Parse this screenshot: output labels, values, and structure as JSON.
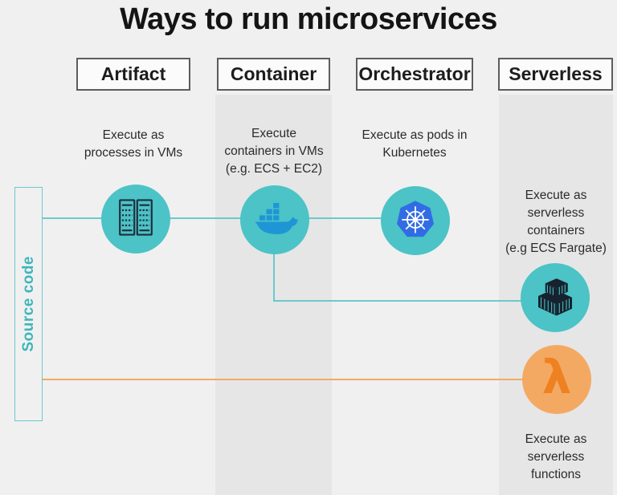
{
  "title": "Ways to run microservices",
  "source_code": {
    "label": "Source code"
  },
  "columns": [
    {
      "id": "artifact",
      "header": "Artifact",
      "description": "Execute as\nprocesses in VMs",
      "icon": "server-rack-icon"
    },
    {
      "id": "container",
      "header": "Container",
      "description": "Execute\ncontainers in VMs\n(e.g. ECS + EC2)",
      "icon": "docker-whale-icon"
    },
    {
      "id": "orchestrator",
      "header": "Orchestrator",
      "description": "Execute as pods in\nKubernetes",
      "icon": "kubernetes-wheel-icon"
    },
    {
      "id": "serverless",
      "header": "Serverless",
      "description_containers": "Execute as\nserverless\ncontainers\n(e.g ECS Fargate)",
      "description_functions": "Execute as\nserverless\nfunctions",
      "icon_containers": "shipping-containers-icon",
      "icon_functions": "lambda-icon"
    }
  ],
  "icons": {
    "lambda_glyph": "λ"
  },
  "colors": {
    "background": "#f0f0f0",
    "column_stripe": "#e6e6e6",
    "teal_circle": "#4cc3c6",
    "teal_line": "#6cc9cc",
    "teal_text": "#3db6ba",
    "orange_circle": "#f4a963",
    "orange_line": "#f2aa64",
    "lambda_orange": "#ee8122",
    "docker_blue": "#1e96d6",
    "kubernetes_blue": "#326ce5",
    "dark_icon": "#16222e",
    "text": "#2b2b2b"
  }
}
